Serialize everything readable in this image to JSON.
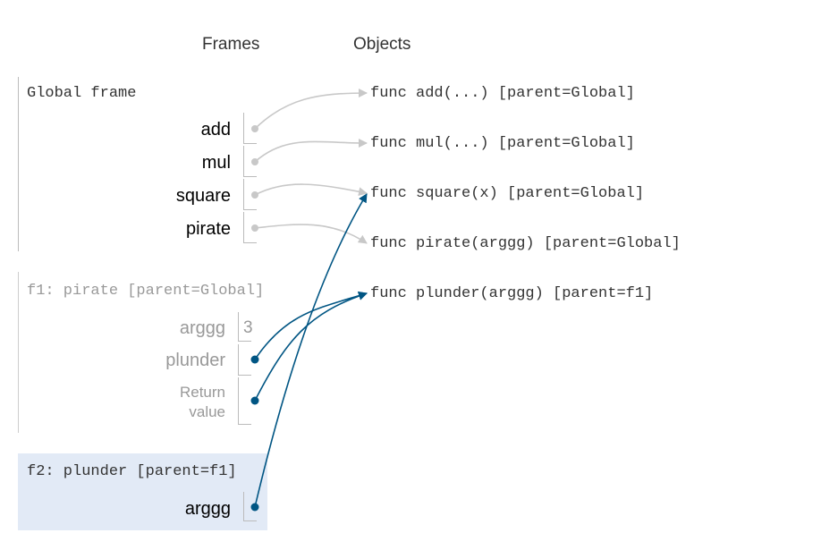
{
  "headers": {
    "frames": "Frames",
    "objects": "Objects"
  },
  "global_frame": {
    "title": "Global frame",
    "vars": [
      {
        "name": "add"
      },
      {
        "name": "mul"
      },
      {
        "name": "square"
      },
      {
        "name": "pirate"
      }
    ]
  },
  "f1_frame": {
    "title": "f1: pirate [parent=Global]",
    "vars": [
      {
        "name": "arggg",
        "value": "3"
      },
      {
        "name": "plunder"
      },
      {
        "name": "Return value"
      }
    ],
    "return_line1": "Return",
    "return_line2": "value"
  },
  "f2_frame": {
    "title": "f2: plunder [parent=f1]",
    "vars": [
      {
        "name": "arggg"
      }
    ]
  },
  "objects": [
    {
      "label": "func add(...) [parent=Global]"
    },
    {
      "label": "func mul(...) [parent=Global]"
    },
    {
      "label": "func square(x) [parent=Global]"
    },
    {
      "label": "func pirate(arggg) [parent=Global]"
    },
    {
      "label": "func plunder(arggg) [parent=f1]"
    }
  ],
  "colors": {
    "inactive_arrow": "#c8c8c8",
    "active_arrow": "#005583",
    "active_frame_bg": "#e2eaf6"
  }
}
